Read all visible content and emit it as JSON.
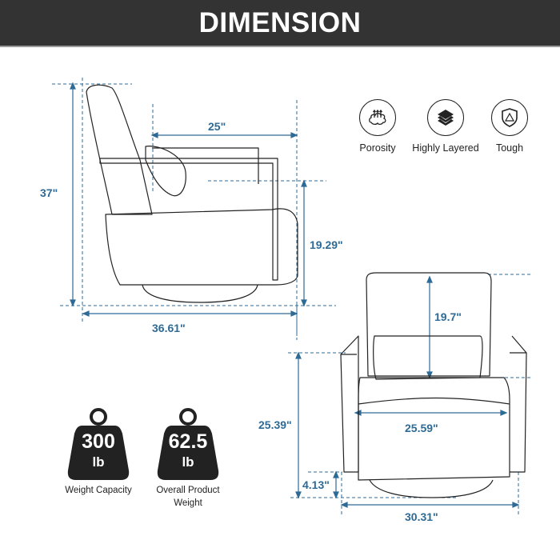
{
  "header": {
    "title": "DIMENSION"
  },
  "colors": {
    "header_bg": "#333333",
    "dimension_blue": "#2e6a96",
    "outline": "#222222"
  },
  "features": [
    {
      "icon": "porosity-cloud-icon",
      "label": "Porosity"
    },
    {
      "icon": "layers-icon",
      "label": "Highly Layered"
    },
    {
      "icon": "shield-icon",
      "label": "Tough"
    }
  ],
  "side_view": {
    "overall_height": "37\"",
    "seat_depth": "25\"",
    "arm_height": "19.29\"",
    "overall_depth": "36.61\""
  },
  "front_view": {
    "back_height": "19.7\"",
    "seat_width": "25.59\"",
    "arm_height": "25.39\"",
    "base_clearance": "4.13\"",
    "overall_width": "30.31\""
  },
  "weights": [
    {
      "value": "300",
      "unit": "lb",
      "label": "Weight Capacity"
    },
    {
      "value": "62.5",
      "unit": "lb",
      "label": "Overall Product Weight"
    }
  ]
}
